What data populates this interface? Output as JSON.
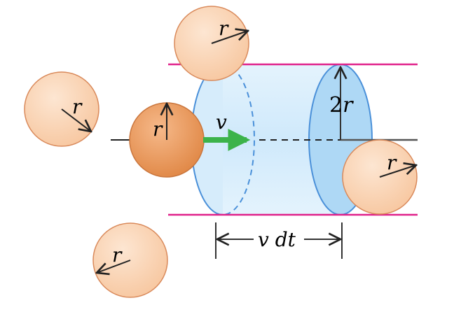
{
  "diagram": {
    "labels": {
      "radius": "r",
      "velocity": "v",
      "cylinder_radius_factor": "2",
      "cylinder_radius_var": "r",
      "length_v": "v",
      "length_dt": "dt"
    },
    "colors": {
      "molecule_fill_light": "#fbd7b8",
      "molecule_fill_dark": "#ec9a5a",
      "molecule_stroke": "#d9895a",
      "cylinder_fill": "#cfe9fb",
      "cylinder_stroke": "#4a90d9",
      "boundary_line": "#e0218a",
      "velocity_arrow": "#3cb34a",
      "ink": "#222222"
    }
  }
}
